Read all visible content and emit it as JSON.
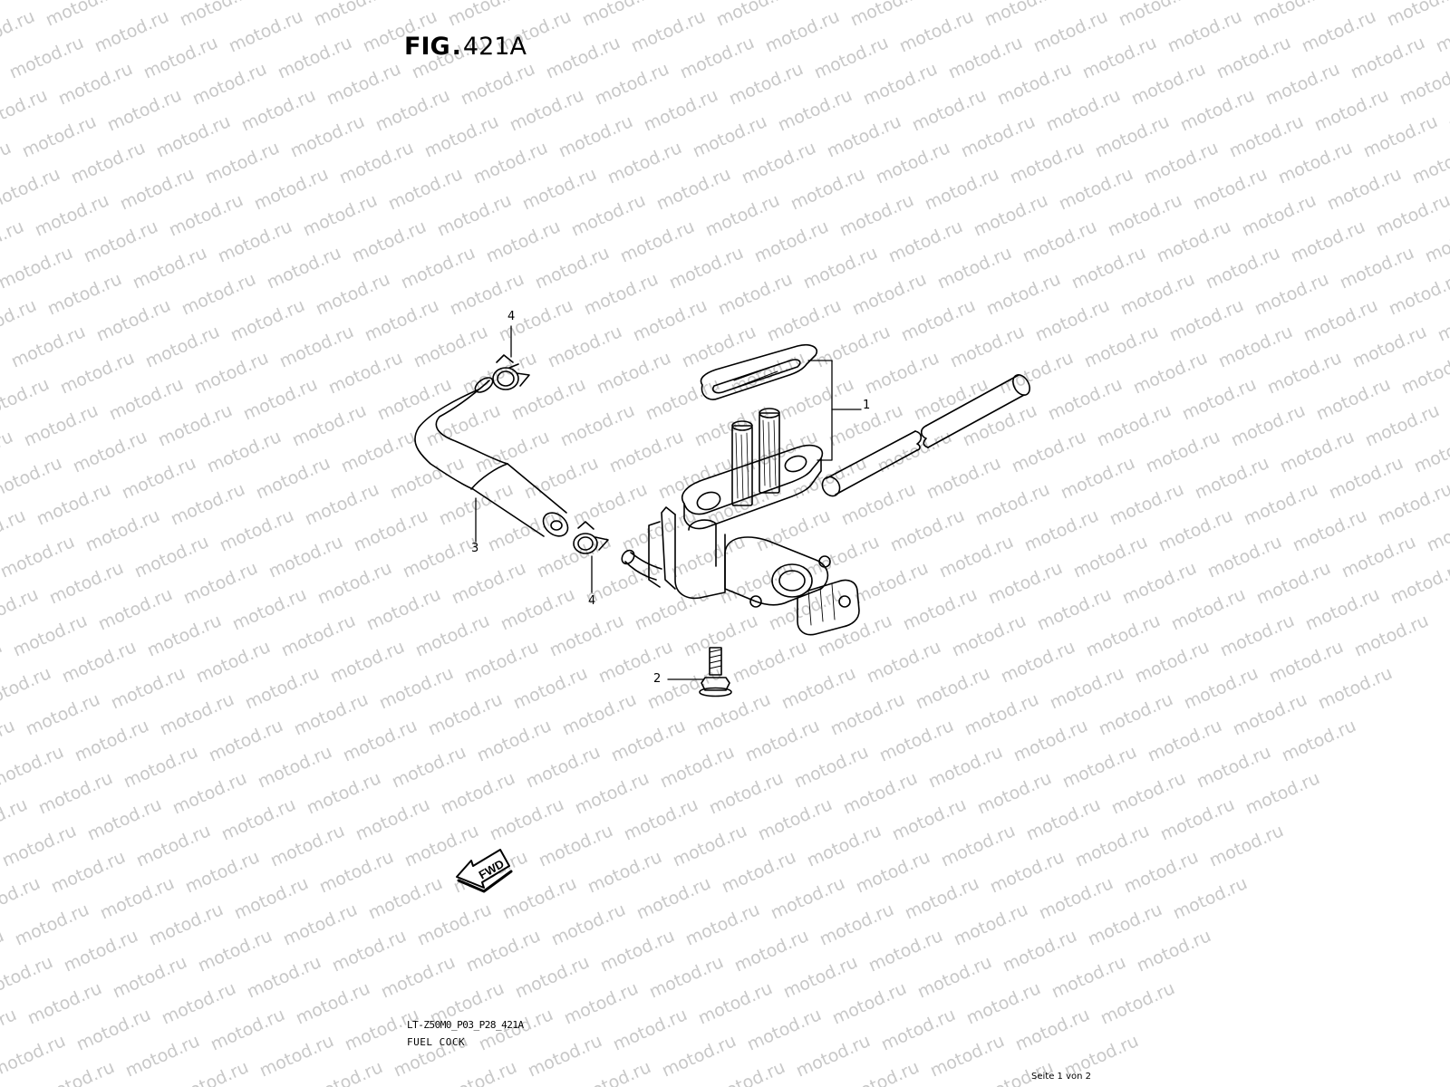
{
  "watermark": {
    "text": "motod.ru",
    "color": "#c8c8c8"
  },
  "figure": {
    "prefix": "FIG",
    "number": "421A"
  },
  "callouts": [
    {
      "id": "1",
      "label": "1"
    },
    {
      "id": "2",
      "label": "2"
    },
    {
      "id": "3",
      "label": "3"
    },
    {
      "id": "4a",
      "label": "4"
    },
    {
      "id": "4b",
      "label": "4"
    }
  ],
  "fwd_arrow": {
    "label": "FWD"
  },
  "footer": {
    "code": "LT-Z50M0_P03_P28_421A",
    "name": "FUEL  COCK"
  },
  "page_info": "Seite 1 von 2"
}
